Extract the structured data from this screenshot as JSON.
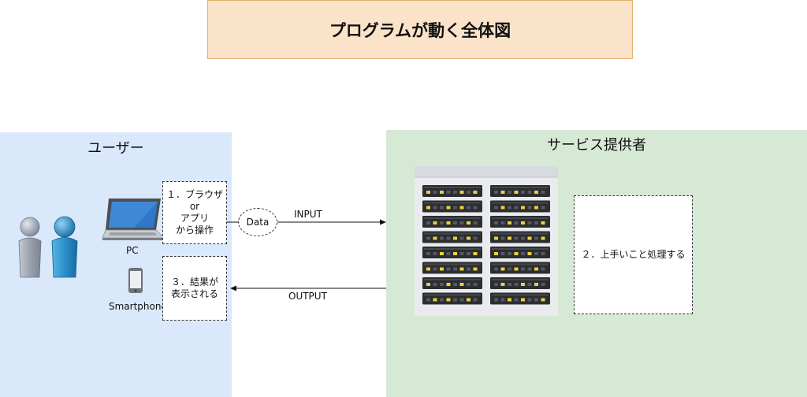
{
  "title": "プログラムが動く全体図",
  "user_panel": {
    "title": "ユーザー",
    "device_pc_label": "PC",
    "device_phone_label": "Smartphone",
    "step1": "１．ブラウザ\nor\nアプリ\nから操作",
    "step3": "３．結果が\n表示される"
  },
  "provider_panel": {
    "title": "サービス提供者",
    "step2": "２．上手いこと処理する"
  },
  "flow": {
    "data_label": "Data",
    "input_label": "INPUT",
    "output_label": "OUTPUT"
  },
  "icons": [
    "users-icon",
    "laptop-icon",
    "smartphone-icon",
    "server-rack-icon"
  ],
  "colors": {
    "title_bg": "#fbe3c9",
    "user_panel_bg": "#dae8fb",
    "provider_panel_bg": "#d6e9d4",
    "server_led": "#e8d23a"
  }
}
